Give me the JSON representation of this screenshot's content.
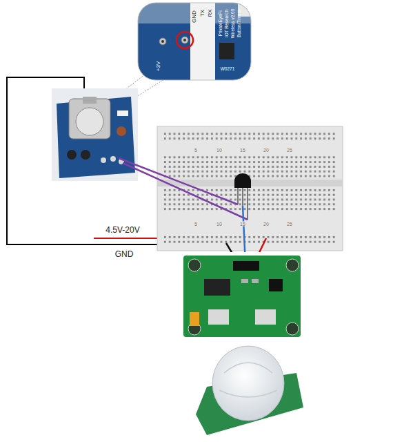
{
  "diagram": {
    "labels": [
      "+3V",
      "GND",
      "TX",
      "RX",
      "PrivateEyePi",
      "IOT Research",
      "Wireless v2.00",
      "Button/Timers",
      "W0271",
      "4.5V-20V",
      "GND",
      "5",
      "10",
      "15",
      "20",
      "25",
      "5",
      "10",
      "15",
      "20",
      "25"
    ]
  }
}
